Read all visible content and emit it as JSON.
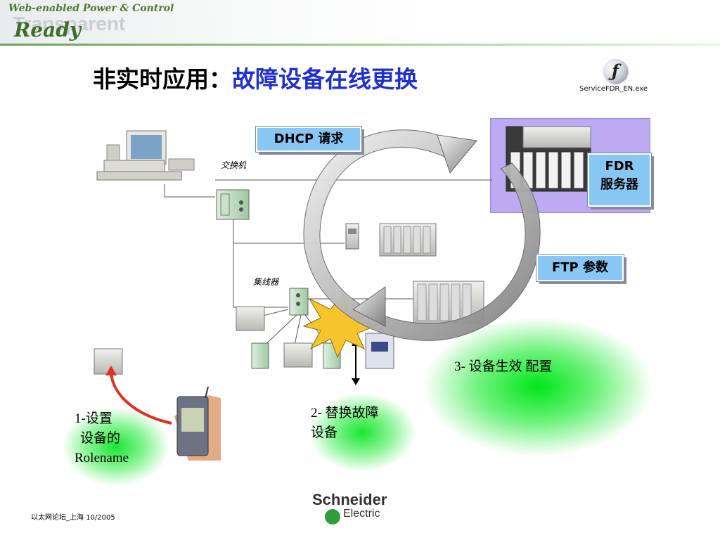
{
  "header": {
    "tagline": "Web-enabled Power & Control",
    "logo_top": "Transparent",
    "logo_bottom": "Ready"
  },
  "title": {
    "prefix": "非实时应用：",
    "highlight": "故障设备在线更换"
  },
  "exe": {
    "label": "ServiceFDR_EN.exe",
    "icon": "flash-file-icon"
  },
  "diagram": {
    "switch_label": "交换机",
    "hub_label": "集线器",
    "dhcp_label": "DHCP 请求",
    "ftp_label": "FTP 参数",
    "fdr_label_line1": "FDR",
    "fdr_label_line2": "服务器"
  },
  "steps": {
    "step1_line1": "1-设置",
    "step1_line2": "设备的",
    "step1_line3": "Rolename",
    "step2_line1": "2- 替换故障",
    "step2_line2": "设备",
    "step3": "3- 设备生效 配置"
  },
  "colors": {
    "title_highlight": "#1f2fd0",
    "label_box": "#88c7f4",
    "fdr_panel": "#bdaaf2",
    "glow": "#00e61a",
    "arrow_red": "#e0301e"
  },
  "footer": {
    "text": "以太网论坛_上海  10/2005",
    "brand_line1": "Schneider",
    "brand_line2": "Electric"
  }
}
